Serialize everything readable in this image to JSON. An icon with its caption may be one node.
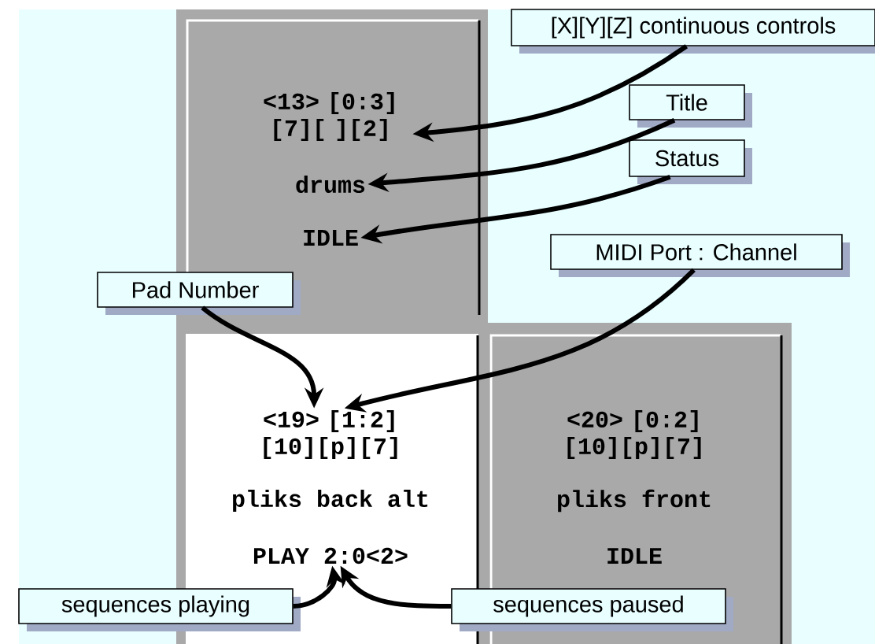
{
  "diagram": {
    "nodes": [
      {
        "text": [],
        "shape": "box"
      },
      {
        "text": [
          "<13> [0:3] [7][ ][2]"
        ],
        "in": 0
      },
      {
        "text": [
          "drums"
        ],
        "in": 0
      },
      {
        "text": [
          "IDLE"
        ],
        "in": 0
      },
      {
        "text": [],
        "shape": "box"
      },
      {
        "text": [
          "<19> [1:2] [10][p][7]"
        ],
        "in": 4
      },
      {
        "text": [
          "pliks back alt"
        ],
        "in": 4
      },
      {
        "text": [
          "PLAY 2:0<2>"
        ],
        "in": 4
      },
      {
        "text": [],
        "shape": "box"
      },
      {
        "text": [
          "<20> [0:2] [10][p][7]"
        ],
        "in": 8
      },
      {
        "text": [
          "pliks front"
        ],
        "in": 8
      },
      {
        "text": [
          "IDLE"
        ],
        "in": 8
      },
      {
        "text": [
          "[X][Y][Z] continuous controls"
        ]
      },
      {
        "text": [
          "Title"
        ]
      },
      {
        "text": [
          "Status"
        ]
      },
      {
        "text": [
          "MIDI Port : Channel"
        ]
      },
      {
        "text": [
          "Pad Number"
        ]
      },
      {
        "text": [
          "sequences playing"
        ]
      },
      {
        "text": [
          "sequences paused"
        ]
      }
    ],
    "edges": [
      {
        "from": 12,
        "to": 1,
        "arrow": "to"
      },
      {
        "from": 13,
        "to": 2,
        "arrow": "to"
      },
      {
        "from": 14,
        "to": 3,
        "arrow": "to"
      },
      {
        "from": 15,
        "to": 5,
        "arrow": "to"
      },
      {
        "from": 16,
        "to": 5,
        "arrow": "to"
      },
      {
        "from": 17,
        "to": 7,
        "arrow": "to"
      },
      {
        "from": 18,
        "to": 7,
        "arrow": "to"
      }
    ]
  }
}
